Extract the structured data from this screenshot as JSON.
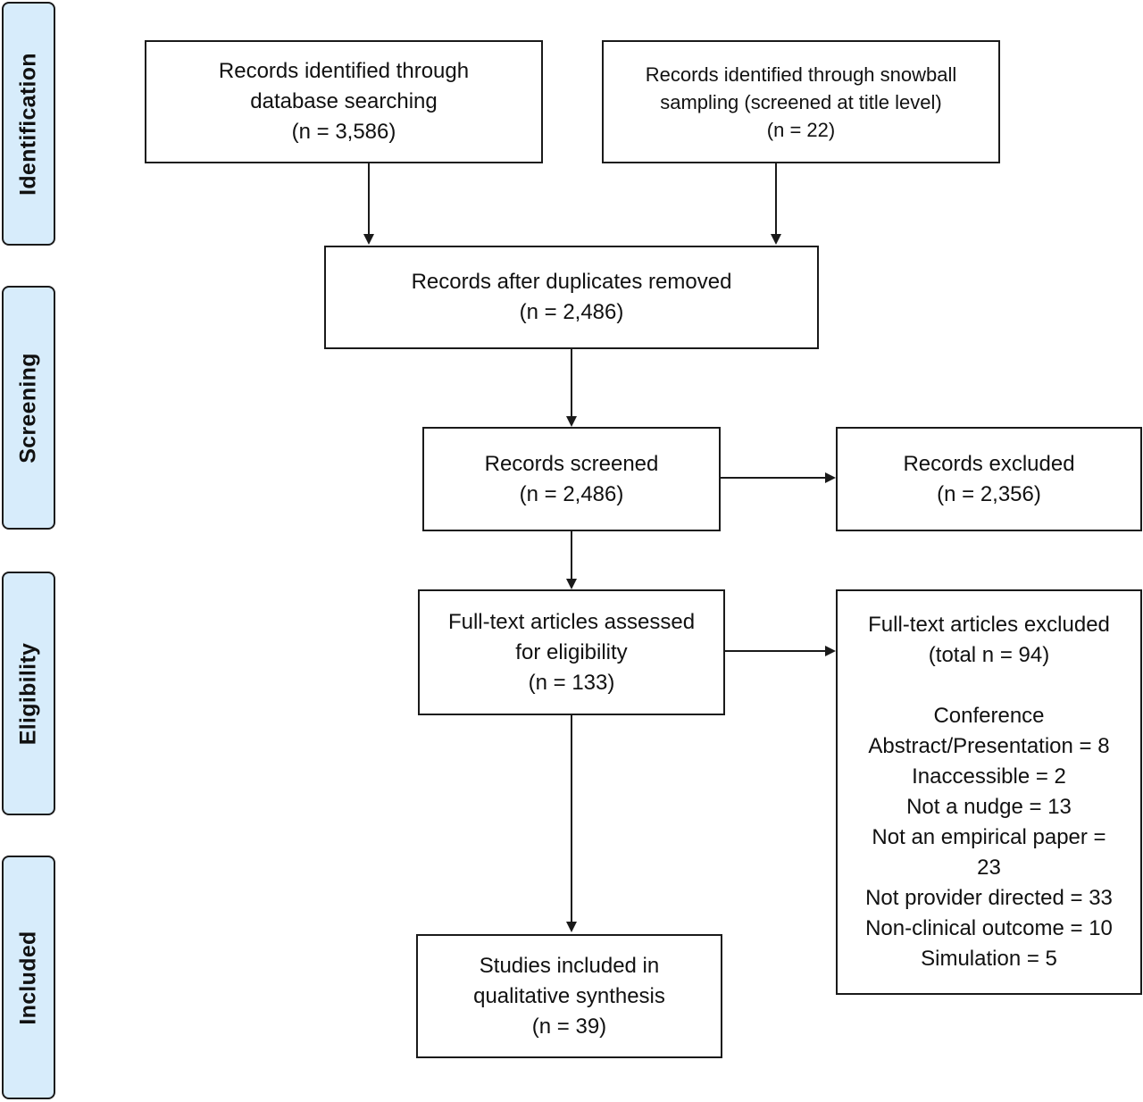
{
  "phases": {
    "identification": "Identification",
    "screening": "Screening",
    "eligibility": "Eligibility",
    "included": "Included"
  },
  "boxes": {
    "database": [
      "Records identified through",
      "database searching",
      "(n = 3,586)"
    ],
    "snowball": [
      "Records identified through snowball",
      "sampling (screened at title level)",
      "(n = 22)"
    ],
    "duplicates": [
      "Records after duplicates removed",
      "(n = 2,486)"
    ],
    "screened": [
      "Records screened",
      "(n = 2,486)"
    ],
    "excluded": [
      "Records excluded",
      "(n = 2,356)"
    ],
    "fulltext": [
      "Full-text articles assessed",
      "for eligibility",
      "(n = 133)"
    ],
    "fulltext_excluded": {
      "heading": [
        "Full-text articles excluded",
        "(total n = 94)"
      ],
      "reasons": [
        "Conference",
        "Abstract/Presentation = 8",
        "Inaccessible = 2",
        "Not a nudge = 13",
        "Not an empirical paper =",
        "23",
        "Not provider directed = 33",
        "Non-clinical outcome = 10",
        "Simulation = 5"
      ]
    },
    "included": [
      "Studies included in",
      "qualitative synthesis",
      "(n = 39)"
    ]
  }
}
